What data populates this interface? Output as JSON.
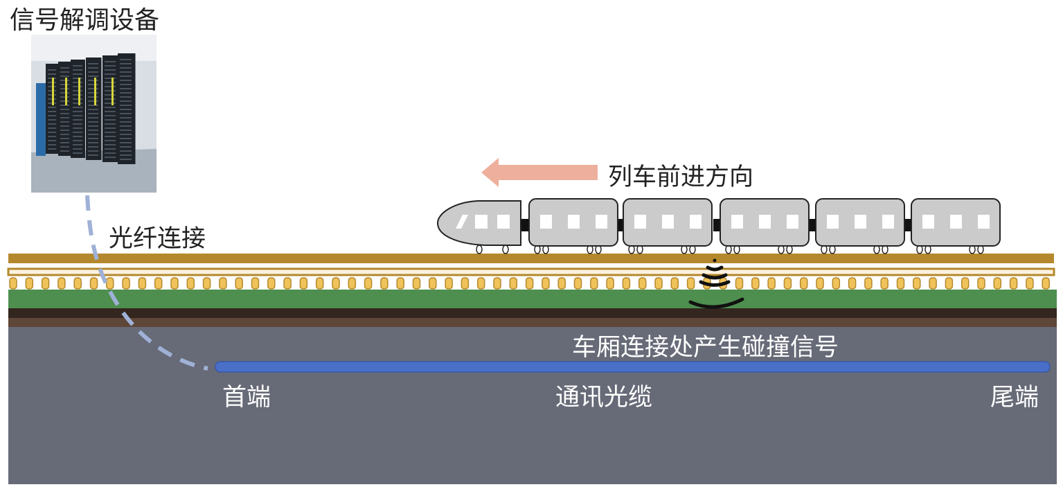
{
  "labels": {
    "device_title": "信号解调设备",
    "fiber_link": "光纤连接",
    "train_direction": "列车前进方向",
    "collision_signal": "车厢连接处产生碰撞信号",
    "cable_head": "首端",
    "cable_name": "通讯光缆",
    "cable_tail": "尾端"
  },
  "colors": {
    "ground": "#676a77",
    "rail": "#b4882c",
    "sleeper": "#f0c25a",
    "ballast_green": "#4e8f4f",
    "soil_dark": "#33261f",
    "soil_brown": "#5e4638",
    "cable": "#4a6fc9",
    "fiber_dashed": "#9fb1d6",
    "direction_arrow": "#eeb09c",
    "car_body": "#cbcbcb",
    "signal_waves": "#111111"
  },
  "icons": {
    "server_rack": "server-rack-icon",
    "direction_arrow": "left-arrow-icon",
    "signal_waves": "vibration-waves-icon"
  },
  "train": {
    "locomotive_count": 1,
    "carriage_count": 5
  }
}
